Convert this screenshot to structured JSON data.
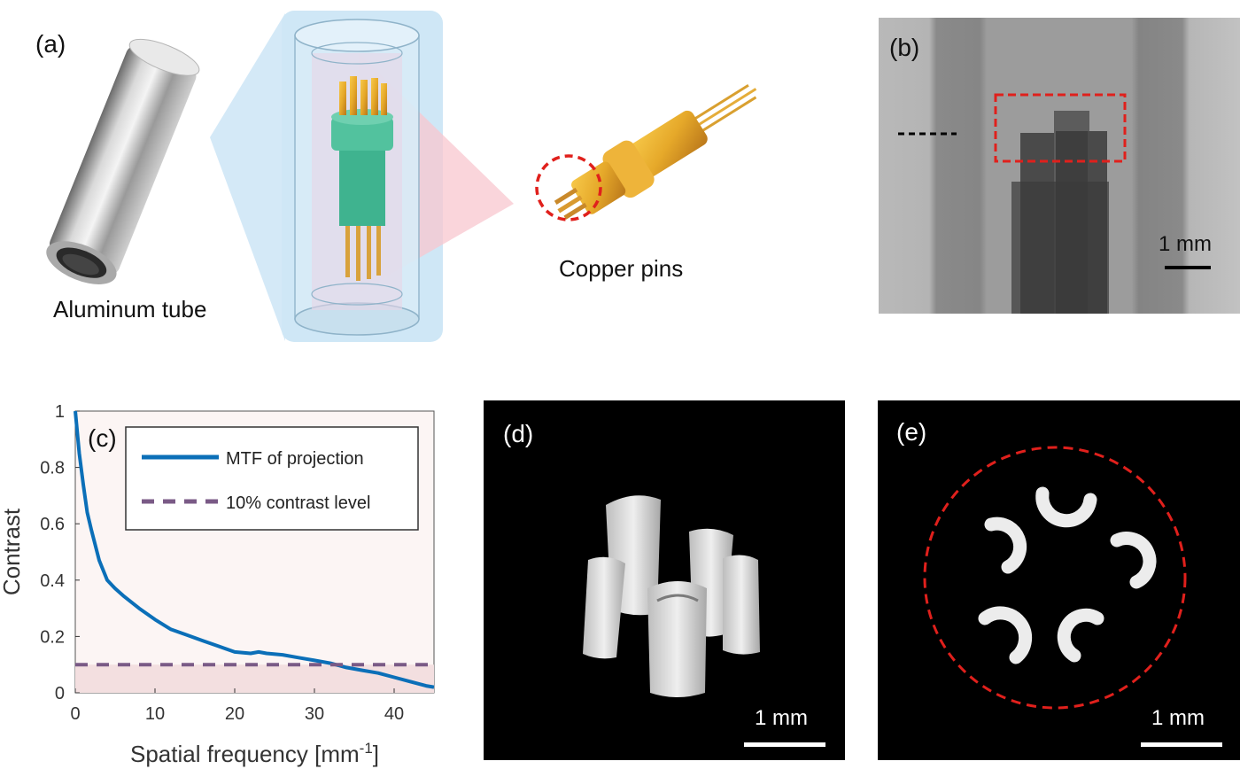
{
  "panels": {
    "a": {
      "label": "(a)",
      "tube_caption": "Aluminum tube",
      "pins_caption": "Copper pins"
    },
    "b": {
      "label": "(b)",
      "scale_label": "1 mm"
    },
    "c": {
      "label": "(c)"
    },
    "d": {
      "label": "(d)",
      "scale_label": "1 mm"
    },
    "e": {
      "label": "(e)",
      "scale_label": "1 mm"
    }
  },
  "colors": {
    "mtf_line": "#0b6fb8",
    "threshold_line": "#7a5a86",
    "highlight_red": "#e0201c",
    "pin_gold": "#e6a92a",
    "pin_green": "#3fb38f",
    "cylinder_blue": "#cfe7f6"
  },
  "chart_data": {
    "type": "line",
    "xlabel": "Spatial frequency [mm",
    "xlabel_sup": "-1",
    "xlabel_tail": "]",
    "ylabel": "Contrast",
    "xlim": [
      0,
      45
    ],
    "ylim": [
      0,
      1
    ],
    "x_ticks": [
      "0",
      "10",
      "20",
      "30",
      "40"
    ],
    "y_ticks": [
      "0",
      "0.2",
      "0.4",
      "0.6",
      "0.8",
      "1"
    ],
    "legend_position": "top-right",
    "series": [
      {
        "name": "MTF of projection",
        "style": "solid",
        "x": [
          0,
          0.5,
          1,
          1.5,
          2,
          3,
          4,
          5,
          6,
          8,
          10,
          12,
          14,
          16,
          18,
          20,
          22,
          23,
          24,
          26,
          28,
          30,
          32,
          34,
          36,
          38,
          40,
          42,
          44,
          45
        ],
        "y": [
          1.0,
          0.85,
          0.74,
          0.64,
          0.58,
          0.47,
          0.4,
          0.37,
          0.345,
          0.3,
          0.26,
          0.225,
          0.205,
          0.185,
          0.165,
          0.145,
          0.14,
          0.145,
          0.14,
          0.135,
          0.125,
          0.115,
          0.105,
          0.09,
          0.08,
          0.07,
          0.055,
          0.04,
          0.025,
          0.02
        ]
      },
      {
        "name": "10% contrast level",
        "style": "dashed",
        "x": [
          0,
          45
        ],
        "y": [
          0.1,
          0.1
        ]
      }
    ]
  }
}
